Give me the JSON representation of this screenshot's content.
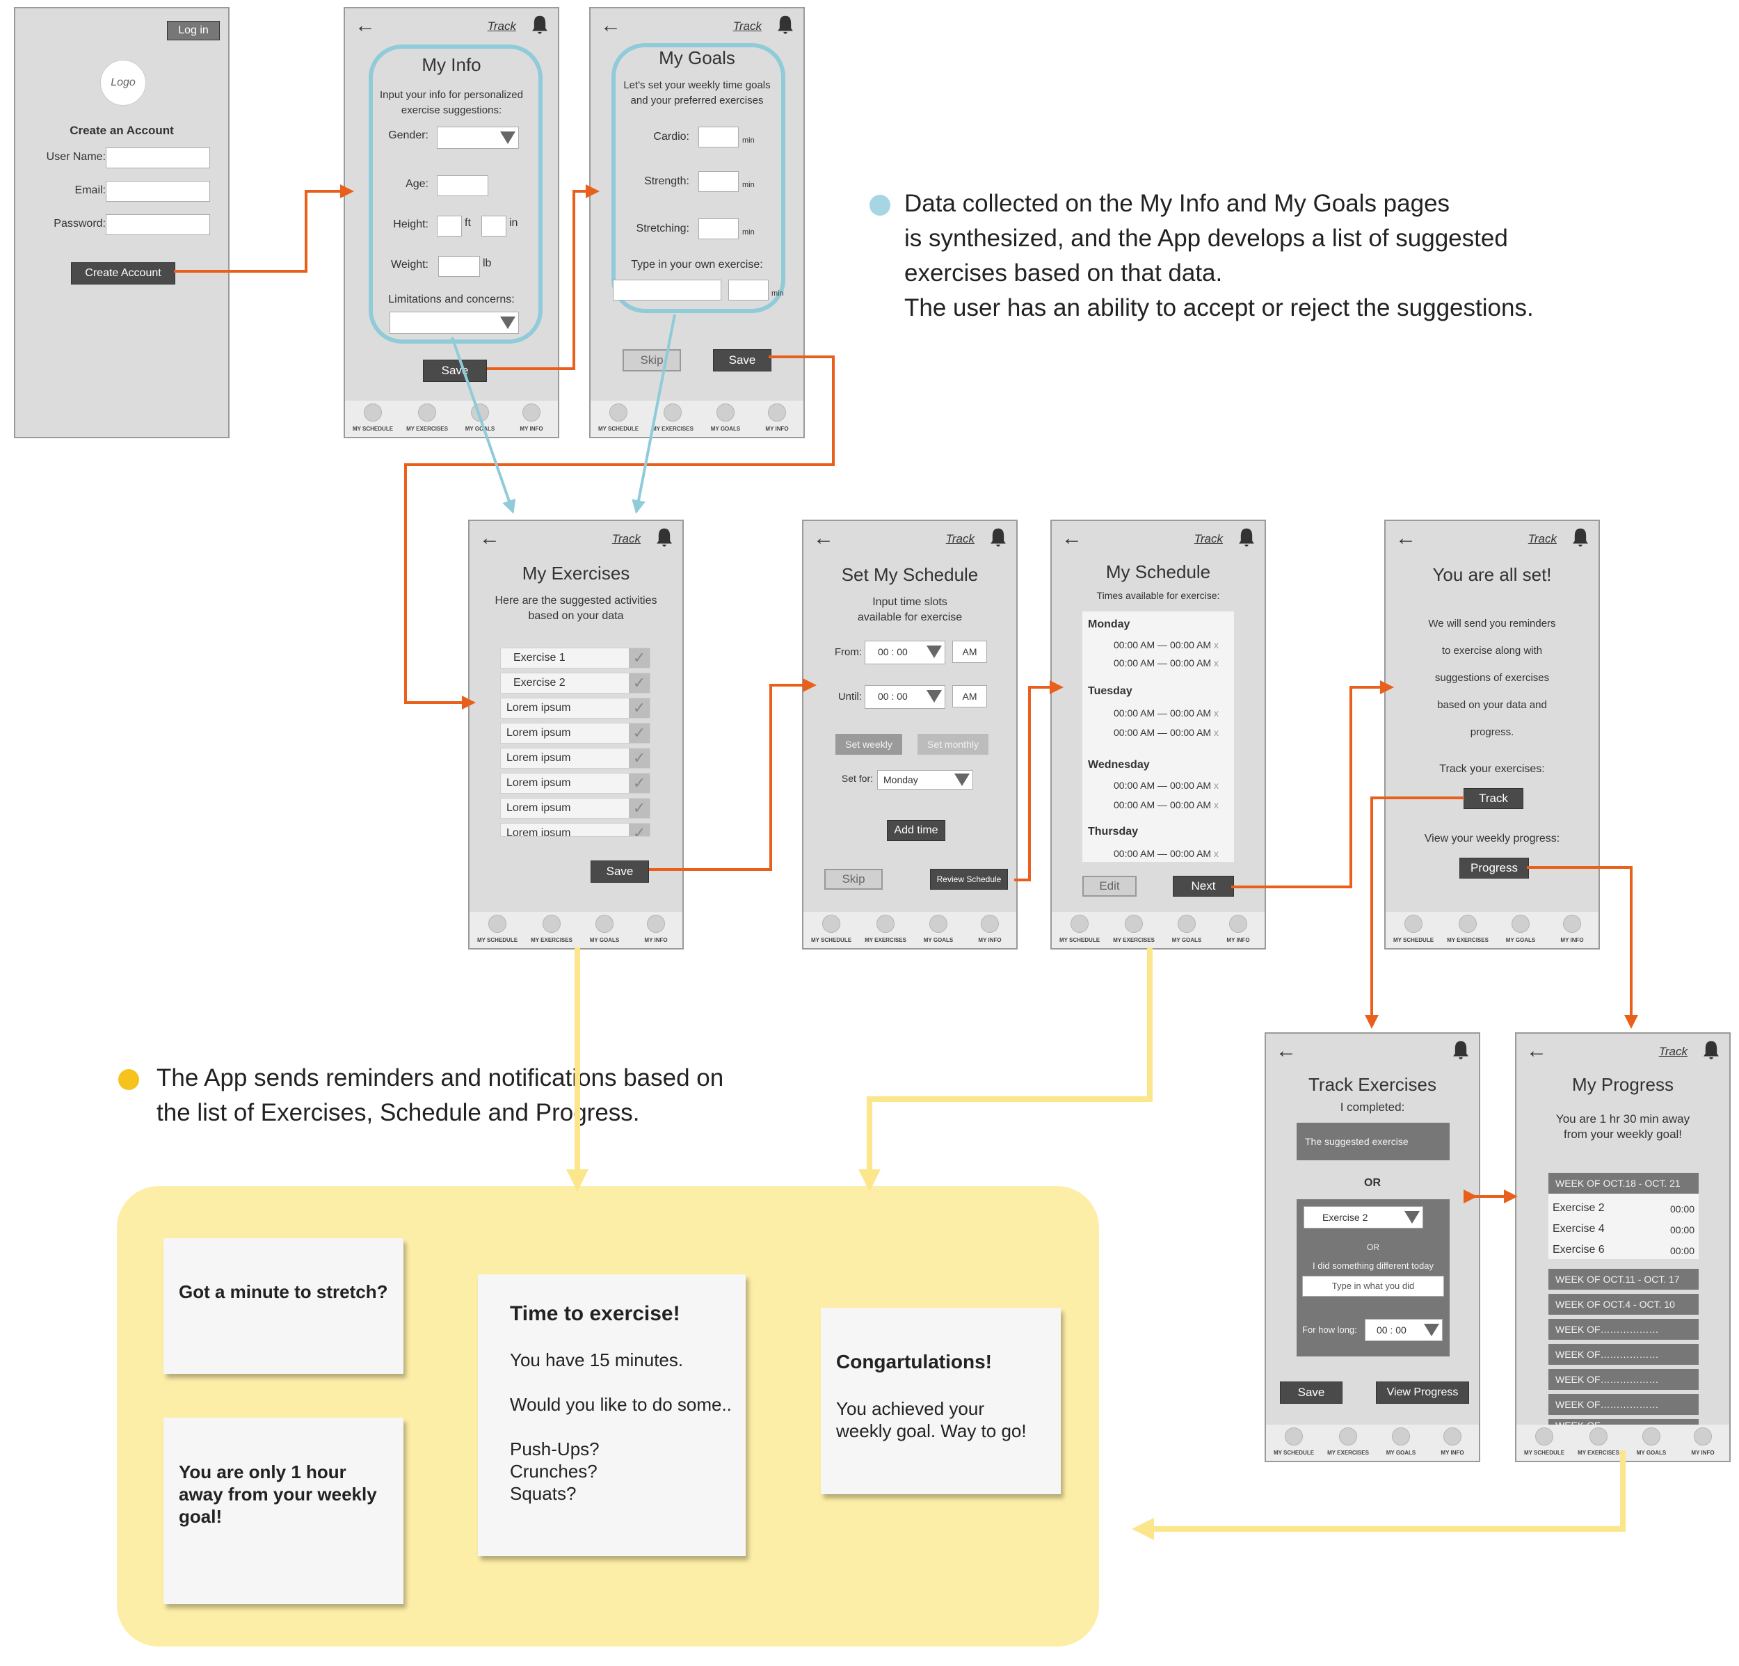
{
  "colors": {
    "flow_arrow": "#e8601c",
    "data_arrow": "#8fcbd8",
    "notify_arrow": "#fbe68c",
    "notify_panel": "#fdeea7",
    "bullet_blue": "#a6d6e3",
    "bullet_yellow": "#f6c21c"
  },
  "nav": [
    "MY SCHEDULE",
    "MY EXERCISES",
    "MY GOALS",
    "MY INFO"
  ],
  "common": {
    "track": "Track",
    "back_icon": "arrow-left-icon",
    "bell_icon": "bell-icon"
  },
  "login": {
    "login_btn": "Log in",
    "logo": "Logo",
    "heading": "Create an Account",
    "user_label": "User Name:",
    "email_label": "Email:",
    "password_label": "Password:",
    "create_btn": "Create Account"
  },
  "myinfo": {
    "title": "My Info",
    "subtitle1": "Input your info for personalized",
    "subtitle2": "exercise suggestions:",
    "gender": "Gender:",
    "age": "Age:",
    "height": "Height:",
    "ft": "ft",
    "in": "in",
    "weight": "Weight:",
    "lb": "lb",
    "limitations": "Limitations and concerns:",
    "save": "Save"
  },
  "mygoals": {
    "title": "My Goals",
    "subtitle1": "Let's set your weekly time goals",
    "subtitle2": "and your preferred exercises",
    "cardio": "Cardio:",
    "strength": "Strength:",
    "stretching": "Stretching:",
    "min": "min",
    "own": "Type in your own exercise:",
    "skip": "Skip",
    "save": "Save"
  },
  "note_blue": [
    "Data collected on the My Info and My Goals pages",
    "is synthesized, and the App develops a list of suggested",
    "exercises based on that data.",
    "The user has an ability to accept or reject the suggestions."
  ],
  "myexercises": {
    "title": "My Exercises",
    "subtitle1": "Here are the suggested activities",
    "subtitle2": "based on your data",
    "items": [
      "Exercise 1",
      "Exercise 2",
      "Lorem ipsum",
      "Lorem ipsum",
      "Lorem ipsum",
      "Lorem ipsum",
      "Lorem ipsum",
      "Lorem ipsum"
    ],
    "save": "Save"
  },
  "setschedule": {
    "title": "Set My Schedule",
    "subtitle1": "Input time slots",
    "subtitle2": "available for exercise",
    "from": "From:",
    "until": "Until:",
    "time": "00 : 00",
    "ampm": "AM",
    "set_weekly": "Set weekly",
    "set_monthly": "Set monthly",
    "set_for": "Set for:",
    "day": "Monday",
    "add_time": "Add time",
    "skip": "Skip",
    "review": "Review Schedule"
  },
  "myschedule": {
    "title": "My Schedule",
    "subtitle": "Times available for exercise:",
    "days": [
      "Monday",
      "Tuesday",
      "Wednesday",
      "Thursday"
    ],
    "slot_from": "00:00 AM",
    "slot_to": "00:00 AM",
    "x": "x",
    "edit": "Edit",
    "next": "Next"
  },
  "allset": {
    "title": "You are all set!",
    "lines": [
      "We will send you reminders",
      "to exercise along with",
      "suggestions of exercises",
      "based on your data and",
      "progress."
    ],
    "track_label": "Track your exercises:",
    "track_btn": "Track",
    "progress_label": "View your weekly progress:",
    "progress_btn": "Progress"
  },
  "trackex": {
    "title": "Track Exercises",
    "completed": "I completed:",
    "suggested": "The suggested exercise",
    "or": "OR",
    "exercise": "Exercise 2",
    "or_small": "OR",
    "different": "I did something different today",
    "type_in": "Type in what you did",
    "how_long": "For how long:",
    "time": "00 : 00",
    "save": "Save",
    "view_progress": "View Progress"
  },
  "myprogress": {
    "title": "My Progress",
    "sub1": "You are 1 hr 30 min away",
    "sub2": "from your weekly goal!",
    "week1": "WEEK OF OCT.18 - OCT. 21",
    "entries": [
      {
        "name": "Exercise 2",
        "time": "00:00"
      },
      {
        "name": "Exercise 4",
        "time": "00:00"
      },
      {
        "name": "Exercise 6",
        "time": "00:00"
      }
    ],
    "weeks": [
      "WEEK OF OCT.11 - OCT. 17",
      "WEEK OF OCT.4 - OCT. 10",
      "WEEK OF………………",
      "WEEK OF………………",
      "WEEK OF………………",
      "WEEK OF………………",
      "WEEK OF"
    ]
  },
  "note_yellow": [
    "The App sends reminders and notifications based on",
    "the list of Exercises, Schedule and Progress."
  ],
  "cards": {
    "stretch": "Got a minute to stretch?",
    "hour": [
      "You are only 1 hour",
      "away from your weekly",
      "goal!"
    ],
    "exercise_title": "Time to exercise!",
    "exercise_lines": [
      "You have 15 minutes.",
      "Would you like to do some..",
      "Push-Ups?",
      "Crunches?",
      "Squats?"
    ],
    "congrats_title": "Congartulations!",
    "congrats_lines": [
      "You achieved your",
      "weekly goal. Way to go!"
    ]
  }
}
